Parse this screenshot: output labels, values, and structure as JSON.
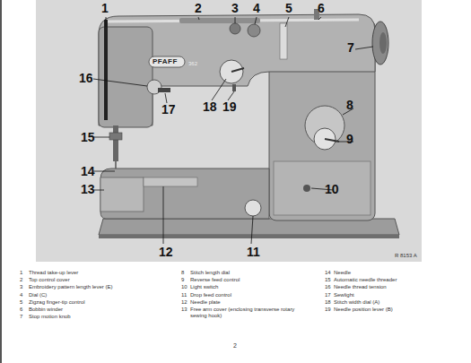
{
  "diagram": {
    "labels": [
      "1",
      "2",
      "3",
      "4",
      "5",
      "6",
      "7",
      "16",
      "15",
      "14",
      "13",
      "18",
      "19",
      "17",
      "8",
      "9",
      "10",
      "12",
      "11",
      "PFAFF",
      "362",
      "R 8153 A",
      "1",
      "Thread take-up lever",
      "2",
      "Top control cover",
      "3",
      "Embroidery pattern length lever (E)",
      "4",
      "Dial (C)",
      "5",
      "Zigzag finger-tip control",
      "6",
      "Bobbin winder",
      "7",
      "Stop motion knob",
      "8",
      "Stitch length dial",
      "9",
      "Reverse feed control",
      "10",
      "Light switch",
      "11",
      "Drop feed control",
      "12",
      "Needle plate",
      "13",
      "Free arm cover (enclosing transverse rotary sewing hook)",
      "14",
      "Needle",
      "15",
      "Automatic needle threader",
      "16",
      "Needle thread tension",
      "17",
      "Sewlight",
      "18",
      "Stitch width dial (A)",
      "19",
      "Needle position lever (B)",
      "2"
    ]
  }
}
